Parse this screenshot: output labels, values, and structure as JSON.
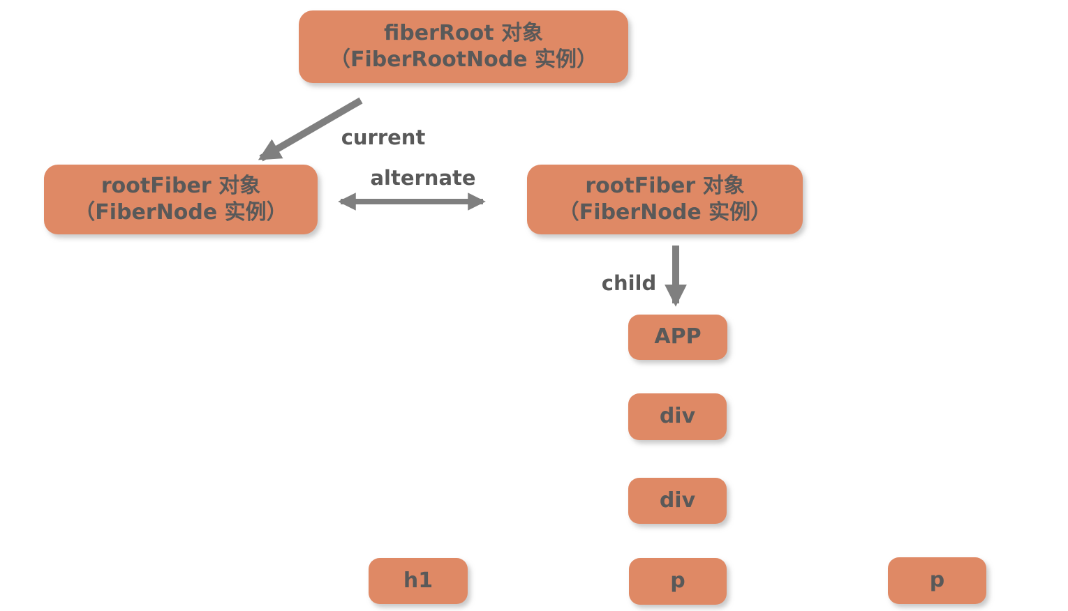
{
  "diagram": {
    "background_color": "#ffffff",
    "node_fill_color": "#df8965",
    "node_text_color": "#595959",
    "arrow_color": "#7f7f7f",
    "nodes": {
      "fiberRoot": {
        "line1": "fiberRoot 对象",
        "line2": "（FiberRootNode 实例）"
      },
      "rootFiberLeft": {
        "line1": "rootFiber 对象",
        "line2": "（FiberNode 实例）"
      },
      "rootFiberRight": {
        "line1": "rootFiber 对象",
        "line2": "（FiberNode 实例）"
      },
      "app": {
        "label": "APP"
      },
      "div1": {
        "label": "div"
      },
      "div2": {
        "label": "div"
      },
      "h1": {
        "label": "h1"
      },
      "pMiddle": {
        "label": "p"
      },
      "pRight": {
        "label": "p"
      }
    },
    "edges": {
      "current": {
        "label": "current"
      },
      "alternate": {
        "label": "alternate"
      },
      "child": {
        "label": "child"
      }
    }
  }
}
